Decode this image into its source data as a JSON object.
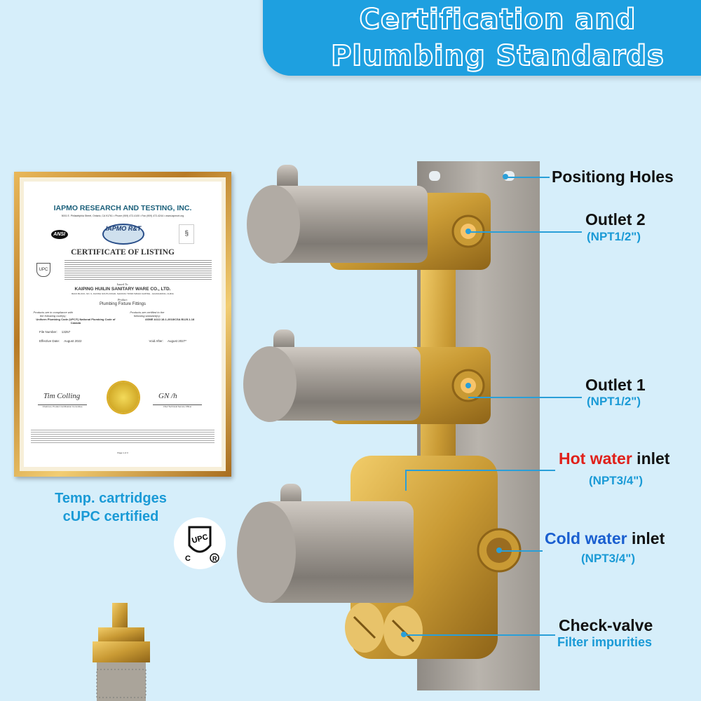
{
  "banner": {
    "line1": "Certification and",
    "line2": "Plumbing Standards",
    "color": "#1ea0e0"
  },
  "certificate": {
    "org": "IAPMO RESEARCH AND TESTING, INC.",
    "address": "5001 E. Philadelphia Street, Ontario, CA 91761 • Phone (909) 472-4100 • Fax (909) 472-4244 • www.iapmort.org",
    "logo_ansi": "ANSI",
    "logo_iapmo": "IAPMO R&T",
    "title": "CERTIFICATE OF LISTING",
    "issued_to_label": "Issued To:",
    "company": "KAIPING HUILIN SANITARY WARE CO., LTD.",
    "company_address": "BACK BLOCK, NO. 9, JIAXING SOUTH ROAD, SHUIKOU TOWN 529321 KAIPING , GUANGDONG, CHINA",
    "product_label": "Product:",
    "product": "Plumbing Fixture Fittings",
    "codes_label": "Products are in compliance with the following code(s):",
    "codes": "Uniform Plumbing Code (UPC®) National Plumbing Code of Canada",
    "standards_label": "Products are certified to the following standard(s):",
    "standards": "ASME A112.18.1-2018/CSA B125.1-18",
    "file_number_label": "File Number:",
    "file_number": "13257",
    "effective_label": "Effective Date:",
    "effective": "August 2022",
    "void_label": "Void After:",
    "void": "August 2027*",
    "sig1_title": "Chairman, Product Certification Committee",
    "sig2_title": "Chief Technical Service Officer",
    "page": "Page 1 of 3"
  },
  "cartridge_caption": {
    "line1": "Temp. cartridges",
    "line2": "cUPC certified"
  },
  "upc_badge": "UPC",
  "labels": {
    "positioning_holes": "Positiong Holes",
    "outlet2": "Outlet 2",
    "outlet2_spec": "(NPT1/2\")",
    "outlet1": "Outlet 1",
    "outlet1_spec": "(NPT1/2\")",
    "hot_prefix": "Hot water",
    "hot_suffix": " inlet",
    "hot_spec": "(NPT3/4\")",
    "cold_prefix": "Cold water",
    "cold_suffix": " inlet",
    "cold_spec": "(NPT3/4\")",
    "check_valve": "Check-valve",
    "check_valve_sub": "Filter impurities"
  }
}
